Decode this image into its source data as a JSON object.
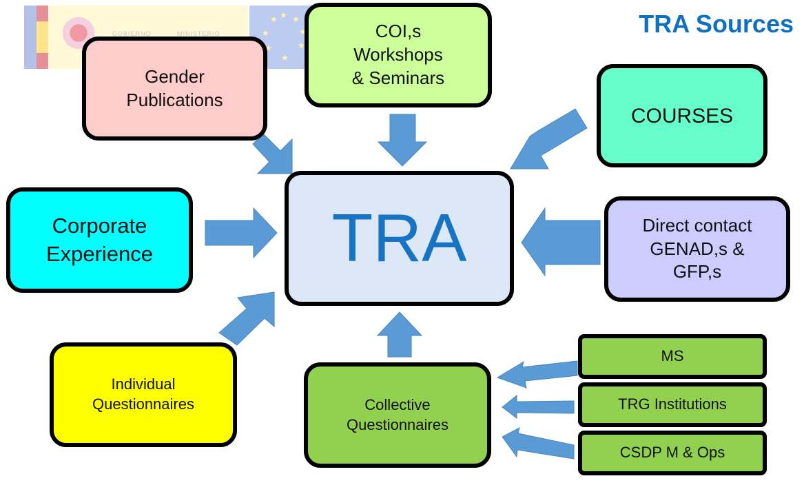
{
  "title": "TRA Sources",
  "banner": {
    "left_text": "GOBIERNO",
    "right_text": "MINISTERIO"
  },
  "center": {
    "label": "TRA"
  },
  "sources": {
    "gender_publications": "Gender\nPublications",
    "cois": "COI,s\nWorkshops\n& Seminars",
    "courses": "COURSES",
    "corporate_experience": "Corporate\nExperience",
    "direct_contact": "Direct contact\nGENAD,s &\nGFP,s",
    "individual_questionnaires": "Individual\nQuestionnaires",
    "collective_questionnaires": "Collective\nQuestionnaires"
  },
  "collective_inputs": [
    "MS",
    "TRG Institutions",
    "CSDP M & Ops"
  ],
  "colors": {
    "arrow": "#5b9bd5",
    "title": "#0f6fc0",
    "center_fill": "#dce8f6",
    "center_text": "#1773c3",
    "gender": "#ffcccc",
    "cois": "#ccff99",
    "courses": "#66ffcc",
    "corporate": "#00ffff",
    "direct": "#ccccff",
    "individual": "#ffff00",
    "collective": "#92d050"
  }
}
